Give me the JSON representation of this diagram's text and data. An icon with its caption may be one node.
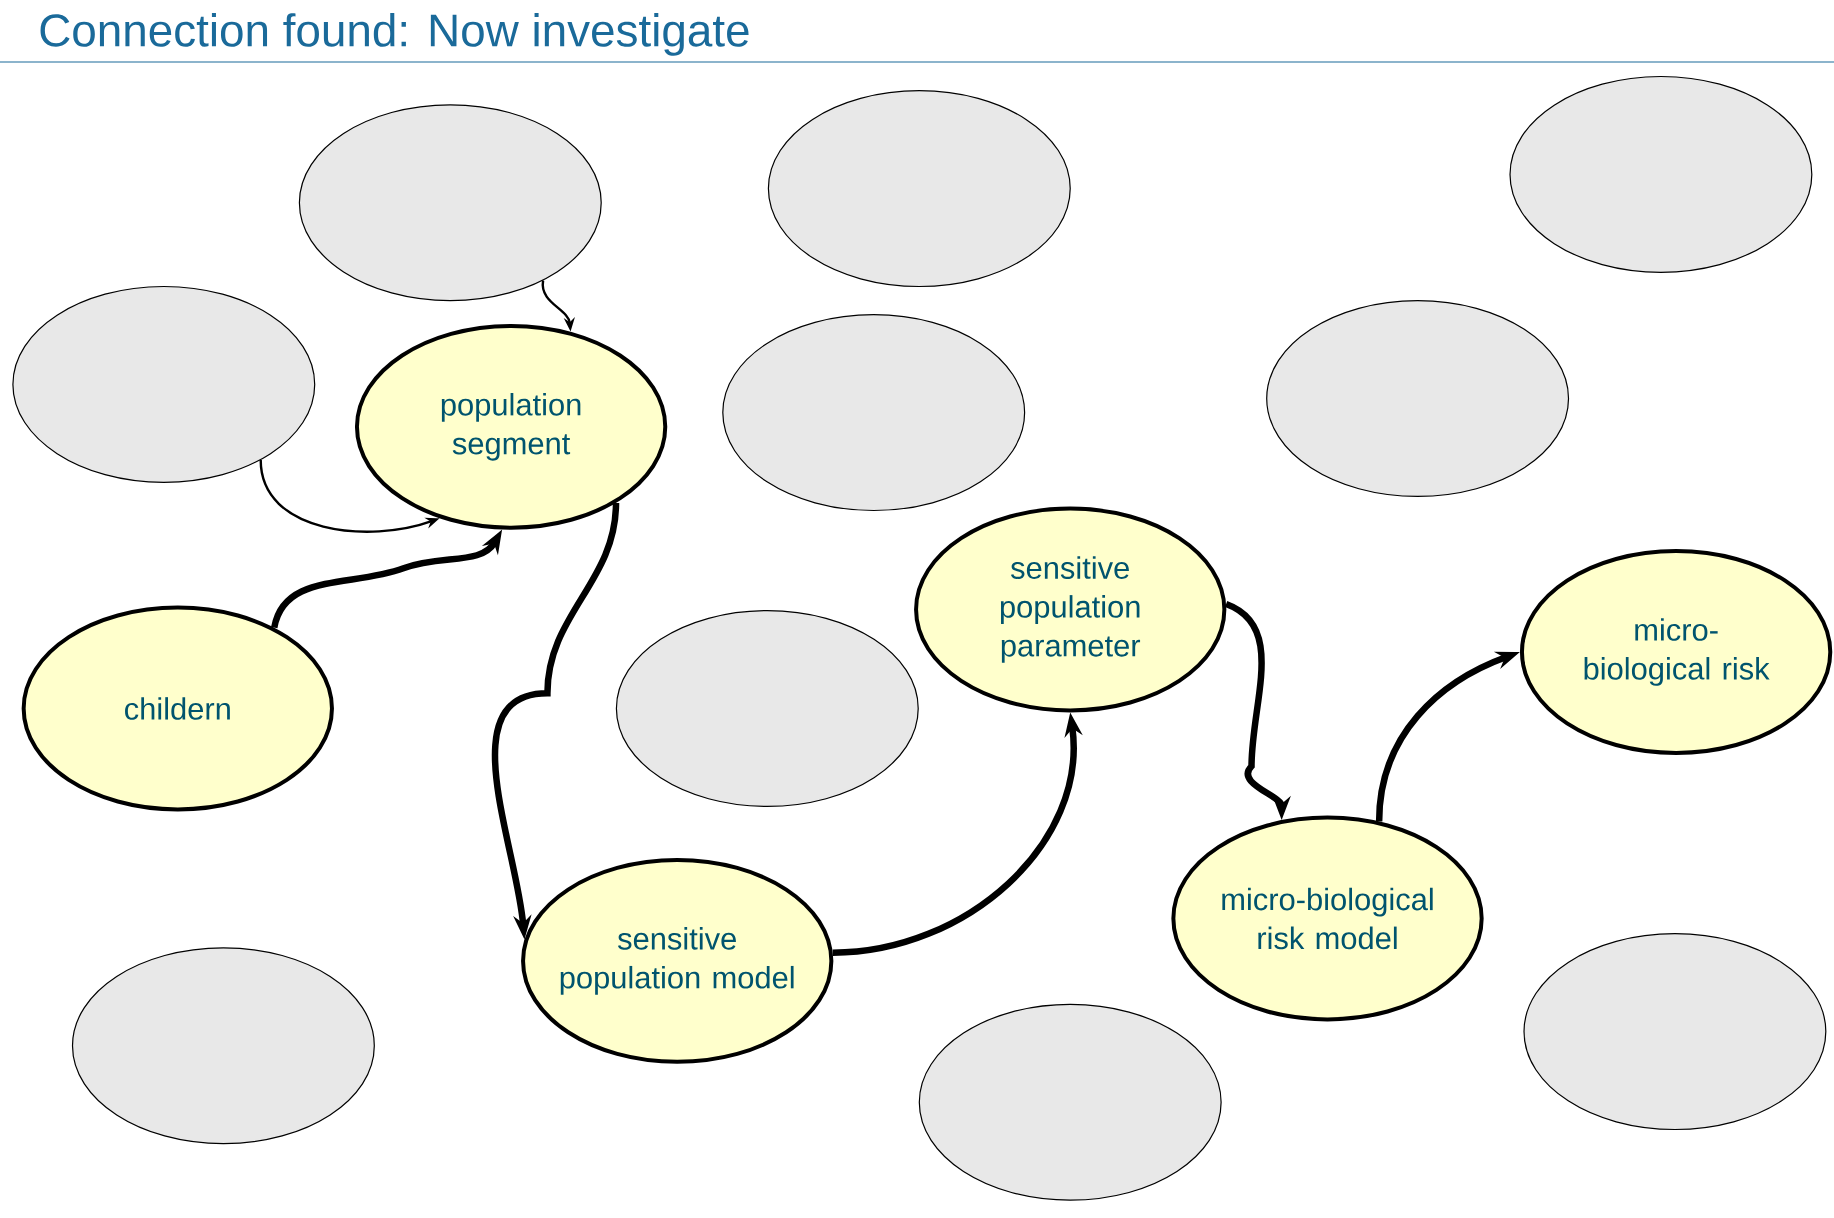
{
  "diagram": {
    "title": "Connection found: Now investigate",
    "nodes": [
      {
        "text": [],
        "shape": "circle"
      },
      {
        "text": [],
        "shape": "circle"
      },
      {
        "text": [],
        "shape": "circle"
      },
      {
        "text": [],
        "shape": "circle"
      },
      {
        "text": [
          "population segment"
        ]
      },
      {
        "text": [],
        "shape": "circle"
      },
      {
        "text": [],
        "shape": "circle"
      },
      {
        "text": [
          "sensitive population parameter"
        ]
      },
      {
        "text": [
          "micro-biological risk"
        ]
      },
      {
        "text": [
          "childern"
        ]
      },
      {
        "text": [],
        "shape": "circle"
      },
      {
        "text": [
          "sensitive population model"
        ]
      },
      {
        "text": [
          "micro-biological risk model"
        ]
      },
      {
        "text": [],
        "shape": "circle"
      },
      {
        "text": [],
        "shape": "circle"
      },
      {
        "text": [],
        "shape": "circle"
      }
    ],
    "edges": [
      {
        "from": 0,
        "to": 4,
        "arrow": "to"
      },
      {
        "from": 3,
        "to": 4,
        "arrow": "to"
      },
      {
        "from": 9,
        "to": 4,
        "arrow": "to"
      },
      {
        "from": 4,
        "to": 11,
        "arrow": "to"
      },
      {
        "from": 11,
        "to": 7,
        "arrow": "to"
      },
      {
        "from": 7,
        "to": 12,
        "arrow": "to"
      },
      {
        "from": 12,
        "to": 8,
        "arrow": "to"
      }
    ]
  }
}
